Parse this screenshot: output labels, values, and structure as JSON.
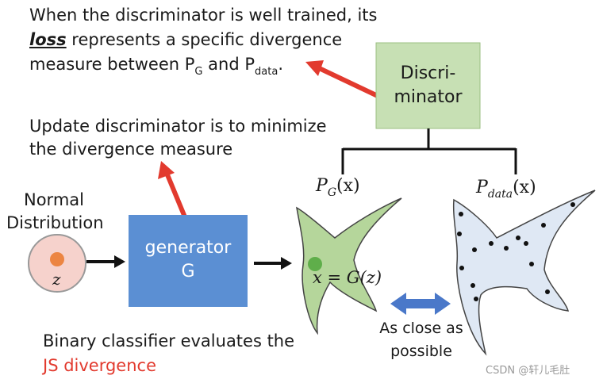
{
  "top_caption": {
    "line1": "When the discriminator is well trained, its",
    "line2_bold": "loss",
    "line2_rest": " represents a specific divergence",
    "line3_pre": "measure between P",
    "line3_sub1": "G",
    "line3_mid": " and P",
    "line3_sub2": "data",
    "line3_end": "."
  },
  "update_caption": {
    "line1": "Update discriminator is to minimize",
    "line2": "the divergence measure"
  },
  "discriminator": {
    "line1": "Discri-",
    "line2": "minator"
  },
  "normal": {
    "line1": "Normal",
    "line2": "Distribution",
    "z": "z"
  },
  "generator": {
    "line1": "generator",
    "line2": "G"
  },
  "pg_label": {
    "base": "P",
    "sub": "G",
    "arg": "(x)"
  },
  "pdata_label": {
    "base": "P",
    "sub": "data",
    "arg": "(x)"
  },
  "x_eq": "x = G(z)",
  "close": {
    "line1": "As close as",
    "line2": "possible"
  },
  "binary": {
    "line1": "Binary classifier evaluates the",
    "line2": "JS divergence"
  },
  "watermark": "CSDN @轩儿毛肚",
  "colors": {
    "red_arrow": "#e23a2e",
    "disc_fill": "#c7e0b4",
    "gen_fill": "#5b8fd3",
    "pg_fill": "#b5d69b",
    "pdata_fill": "#dfe8f4",
    "blue_arrow": "#4a78c9"
  }
}
